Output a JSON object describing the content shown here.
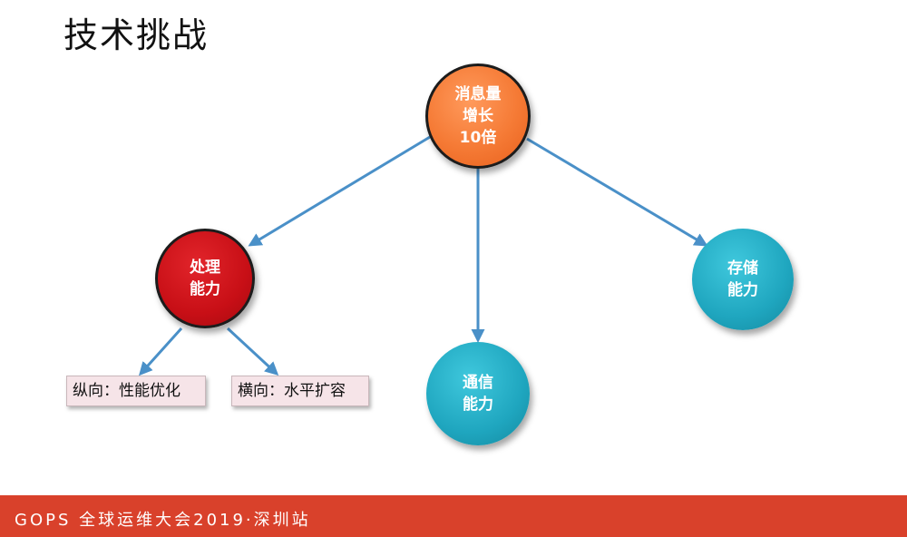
{
  "title": "技术挑战",
  "diagram": {
    "root": {
      "label": "消息量\n增长\n10倍",
      "color": "#f57a35"
    },
    "children": [
      {
        "id": "processing",
        "label": "处理\n能力",
        "color": "#c80f16"
      },
      {
        "id": "communication",
        "label": "通信\n能力",
        "color": "#1fa6bf"
      },
      {
        "id": "storage",
        "label": "存储\n能力",
        "color": "#1fa6bf"
      }
    ],
    "processing_tags": [
      {
        "id": "vertical",
        "label": "纵向：性能优化"
      },
      {
        "id": "horizontal",
        "label": "横向：水平扩容"
      }
    ],
    "edge_color": "#4a90c8"
  },
  "footer": {
    "text": "GOPS 全球运维大会2019·深圳站",
    "color": "#d9412b"
  }
}
